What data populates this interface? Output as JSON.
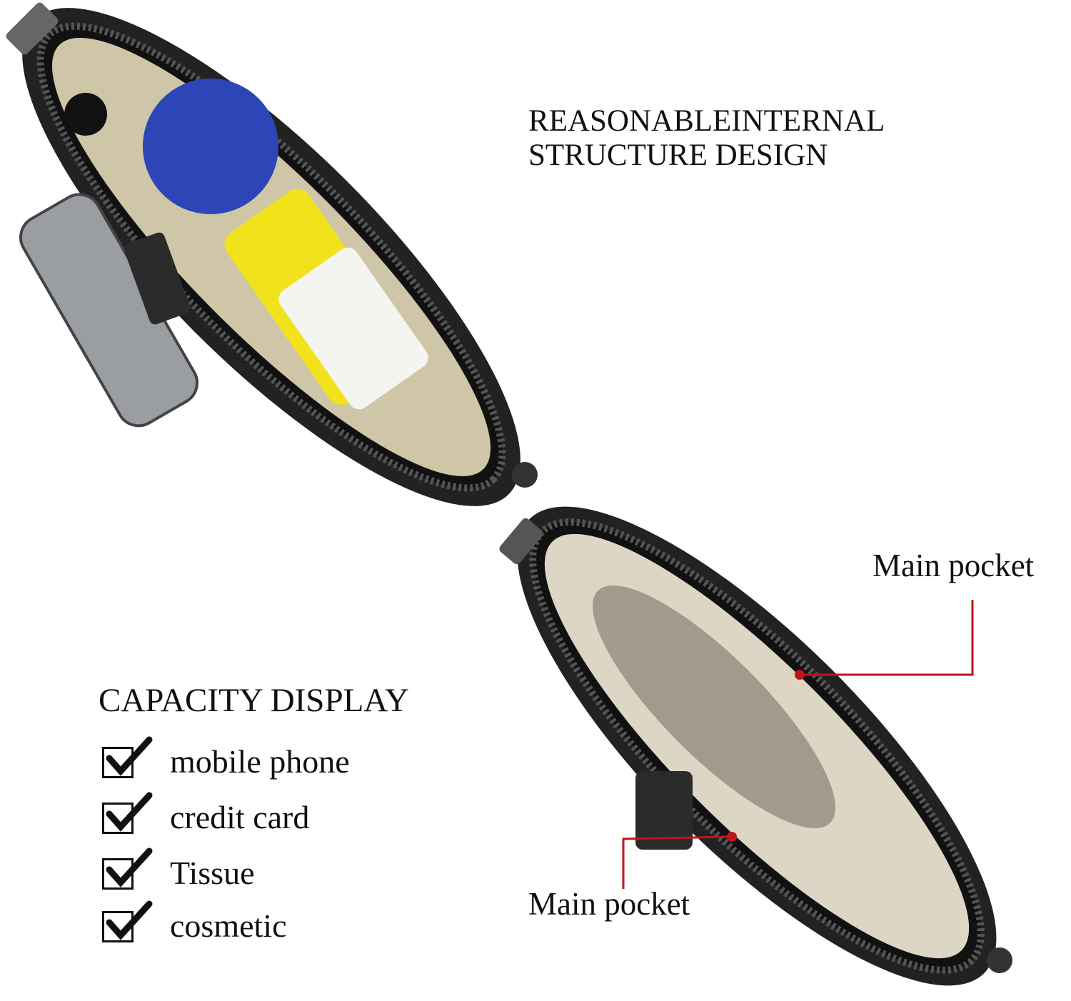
{
  "title_lines": [
    "REASONABLEINTERNAL",
    "STRUCTURE DESIGN"
  ],
  "capacity": {
    "heading": "CAPACITY DISPLAY",
    "items": [
      "mobile phone",
      "credit card",
      "Tissue",
      "cosmetic"
    ]
  },
  "callouts": {
    "top": "Main pocket",
    "bottom": "Main pocket"
  },
  "colors": {
    "leader": "#c0141b",
    "zipper": "#1a1a1a",
    "lining": "#d9d2bf",
    "bottle": "#2c46b8",
    "tissue_pack": "#f2e21c"
  }
}
